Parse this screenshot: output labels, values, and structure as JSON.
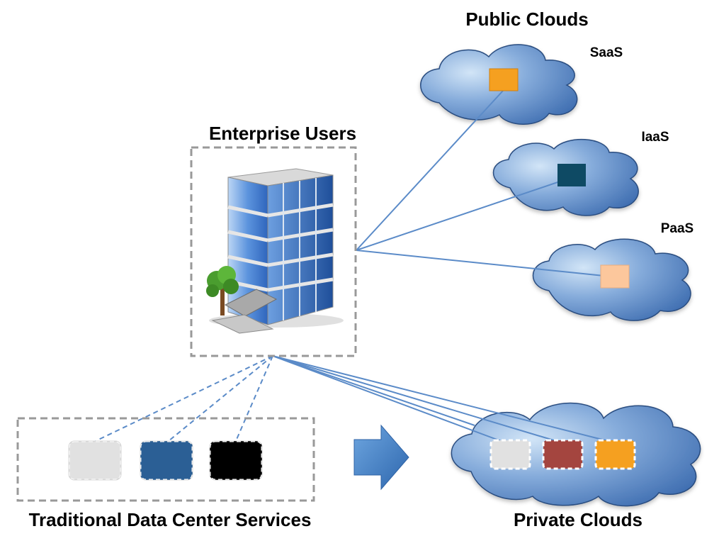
{
  "labels": {
    "public_clouds": "Public Clouds",
    "saas": "SaaS",
    "iaas": "IaaS",
    "paas": "PaaS",
    "enterprise_users": "Enterprise Users",
    "traditional": "Traditional Data Center Services",
    "private_clouds": "Private Clouds"
  },
  "colors": {
    "cloud_dark": "#4a78b8",
    "cloud_light": "#c7def4",
    "cloud_stroke": "#1f3b66",
    "link_line": "#5b8bc8",
    "dashed_box": "#999999",
    "arrow": "#3d7cc4",
    "saas_square": "#f5a020",
    "iaas_square": "#0e4a64",
    "paas_square": "#fcc79c",
    "service_light": "#e1e1e1",
    "service_blue": "#2b5f95",
    "service_black": "#000000",
    "service_red": "#a4453f",
    "service_orange": "#f5a020"
  },
  "icons": {
    "enterprise": "office-building-icon"
  }
}
